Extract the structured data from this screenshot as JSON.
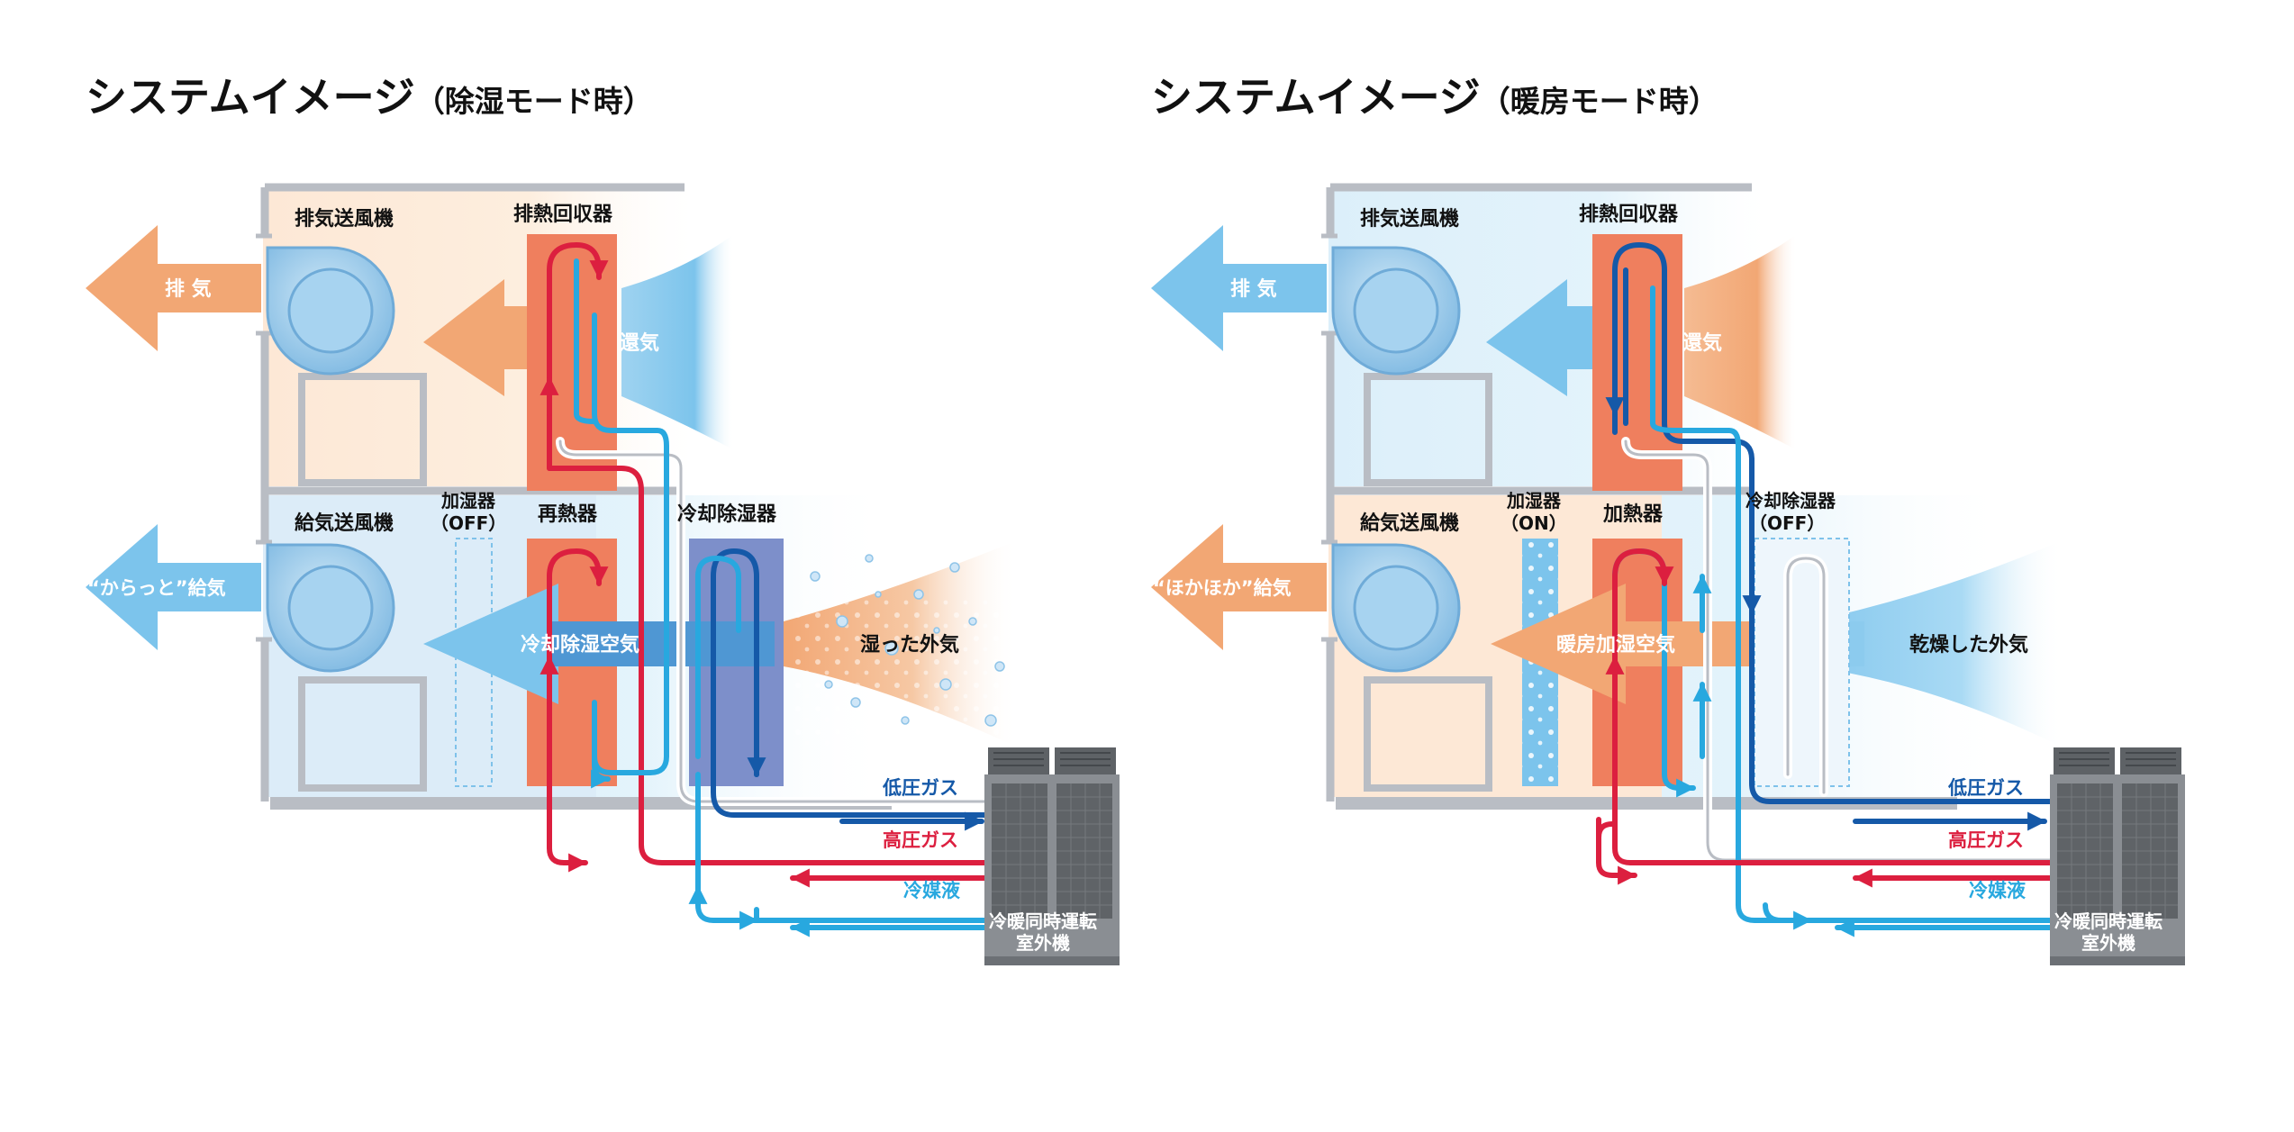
{
  "panels": [
    {
      "title": "システムイメージ",
      "title_paren": "（除湿モード時）",
      "exhaust_fan": "排気送風機",
      "heat_recovery": "排熱回収器",
      "exhaust_arrow": "排 気",
      "return_air": "還気",
      "supply_fan": "給気送風機",
      "humidifier": "加湿器",
      "humidifier_state": "（OFF）",
      "coil_heater": "再熱器",
      "cooling_dehumidifier": "冷却除湿器",
      "cooling_dehumidifier_state": "",
      "supply_arrow": "“からっと”給気",
      "processed_air": "冷却除湿空気",
      "outside_air": "湿った外気",
      "low_pressure_gas": "低圧ガス",
      "high_pressure_gas": "高圧ガス",
      "refrigerant_liquid": "冷媒液",
      "outdoor_unit_line1": "冷暖同時運転",
      "outdoor_unit_line2": "室外機"
    },
    {
      "title": "システムイメージ",
      "title_paren": "（暖房モード時）",
      "exhaust_fan": "排気送風機",
      "heat_recovery": "排熱回収器",
      "exhaust_arrow": "排 気",
      "return_air": "還気",
      "supply_fan": "給気送風機",
      "humidifier": "加湿器",
      "humidifier_state": "（ON）",
      "coil_heater": "加熱器",
      "cooling_dehumidifier": "冷却除湿器",
      "cooling_dehumidifier_state": "（OFF）",
      "supply_arrow": "“ほかほか”給気",
      "processed_air": "暖房加湿空気",
      "outside_air": "乾燥した外気",
      "low_pressure_gas": "低圧ガス",
      "high_pressure_gas": "高圧ガス",
      "refrigerant_liquid": "冷媒液",
      "outdoor_unit_line1": "冷暖同時運転",
      "outdoor_unit_line2": "室外機"
    }
  ],
  "colors": {
    "warm_air": "#f2a774",
    "cool_air": "#7cc4ec",
    "high_pressure": "#dc1f3f",
    "low_pressure": "#1559a8",
    "liquid": "#28a8df",
    "heat_coil": "#ef7f5e",
    "cool_coil": "#7d8fca",
    "frame": "#b9bdc4",
    "outdoor_unit": "#7e8287"
  },
  "icons": [
    "fan-icon",
    "outdoor-unit-icon",
    "arrow-icon",
    "water-droplets-icon"
  ]
}
